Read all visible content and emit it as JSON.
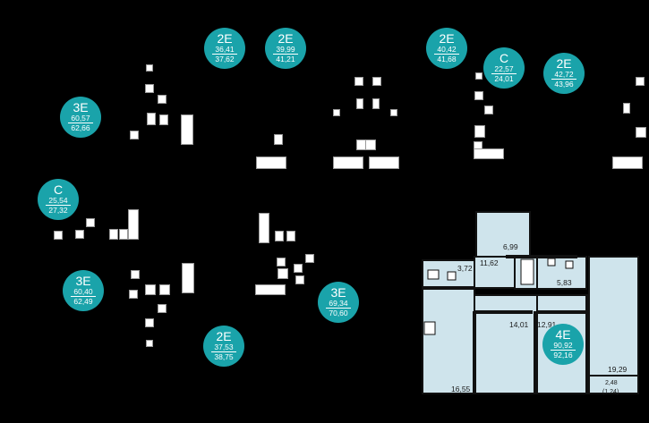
{
  "units": [
    {
      "type": "2E",
      "area_total": "36,41",
      "area_living": "37,62"
    },
    {
      "type": "2E",
      "area_total": "39,99",
      "area_living": "41,21"
    },
    {
      "type": "2E",
      "area_total": "40,42",
      "area_living": "41,68"
    },
    {
      "type": "C",
      "area_total": "22,57",
      "area_living": "24,01"
    },
    {
      "type": "2E",
      "area_total": "42,72",
      "area_living": "43,96"
    },
    {
      "type": "3E",
      "area_total": "60,57",
      "area_living": "62,66"
    },
    {
      "type": "C",
      "area_total": "25,54",
      "area_living": "27,32"
    },
    {
      "type": "3E",
      "area_total": "60,40",
      "area_living": "62,49"
    },
    {
      "type": "3E",
      "area_total": "69,34",
      "area_living": "70,60"
    },
    {
      "type": "2E",
      "area_total": "37,53",
      "area_living": "38,75"
    },
    {
      "type": "4E",
      "area_total": "90,92",
      "area_living": "92,16"
    }
  ],
  "highlight_rooms": [
    "6,99",
    "11,62",
    "3,72",
    "5,83",
    "14,01",
    "12,91",
    "16,55",
    "19,29",
    "2,48",
    "(1,24)"
  ],
  "colors": {
    "badge": "#1aa3aa",
    "room_fill": "#cfe4ec",
    "wall": "#111111",
    "background": "#000000"
  }
}
